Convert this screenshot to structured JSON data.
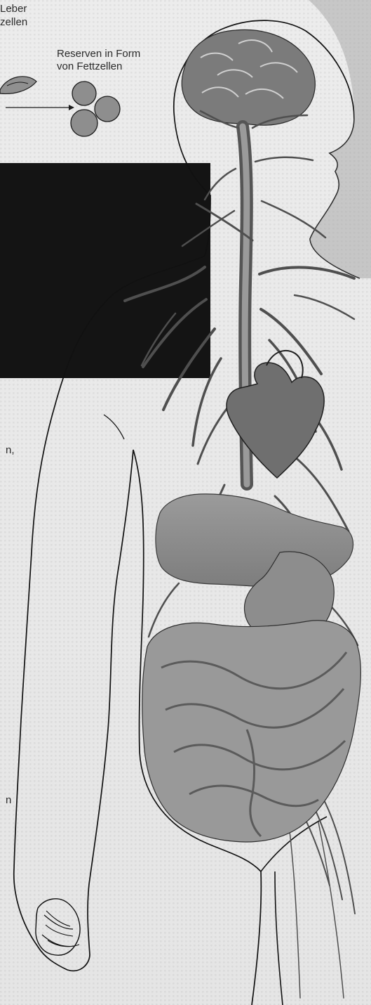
{
  "labels": {
    "liver_line1": "Leber",
    "liver_line2": "zellen",
    "fat_line1": "Reserven in Form",
    "fat_line2": "von Fettzellen"
  },
  "left_text_fragments": {
    "fragment_1": "n,",
    "fragment_2": "n"
  },
  "colors": {
    "background": "#e9e9e9",
    "band": "#141414",
    "organ_fill": "#8a8a8a",
    "vessel": "#4a4a4a",
    "outline": "#111111"
  }
}
